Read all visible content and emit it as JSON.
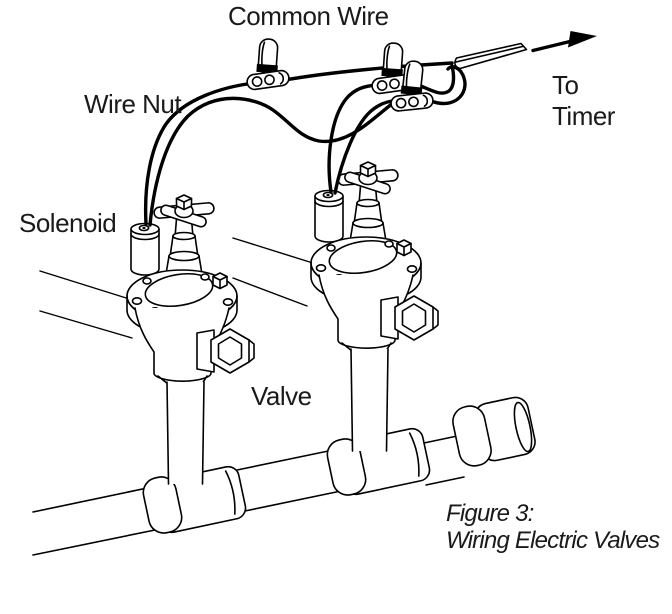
{
  "figure": {
    "caption_line1": "Figure 3:",
    "caption_line2": "Wiring Electric Valves"
  },
  "labels": {
    "common_wire": "Common Wire",
    "wire_nut": "Wire Nut",
    "to_line1": "To",
    "to_line2": "Timer",
    "solenoid": "Solenoid",
    "valve": "Valve"
  },
  "icons": {
    "to_timer_arrow": "arrow-right"
  },
  "colors": {
    "line": "#000000",
    "text": "#1a1a1a",
    "bg": "#ffffff"
  }
}
